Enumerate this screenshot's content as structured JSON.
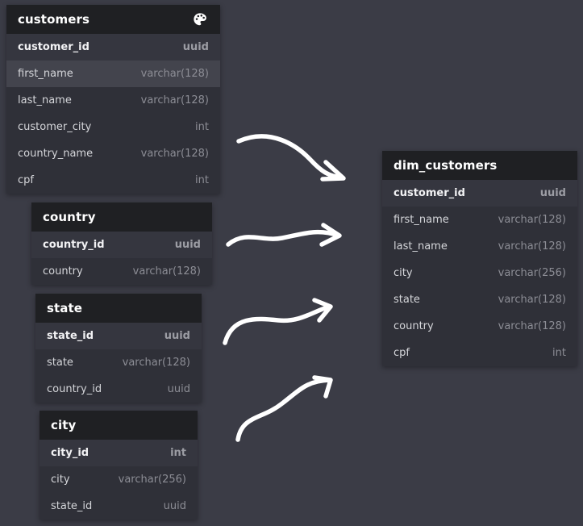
{
  "colors": {
    "background": "#3b3c46",
    "table_header": "#1f2023",
    "table_body": "#2f3038",
    "arrow": "#ffffff"
  },
  "tables": {
    "customers": {
      "name": "customers",
      "icon": "palette-icon",
      "columns": [
        {
          "name": "customer_id",
          "type": "uuid"
        },
        {
          "name": "first_name",
          "type": "varchar(128)"
        },
        {
          "name": "last_name",
          "type": "varchar(128)"
        },
        {
          "name": "customer_city",
          "type": "int"
        },
        {
          "name": "country_name",
          "type": "varchar(128)"
        },
        {
          "name": "cpf",
          "type": "int"
        }
      ]
    },
    "country": {
      "name": "country",
      "columns": [
        {
          "name": "country_id",
          "type": "uuid"
        },
        {
          "name": "country",
          "type": "varchar(128)"
        }
      ]
    },
    "state": {
      "name": "state",
      "columns": [
        {
          "name": "state_id",
          "type": "uuid"
        },
        {
          "name": "state",
          "type": "varchar(128)"
        },
        {
          "name": "country_id",
          "type": "uuid"
        }
      ]
    },
    "city": {
      "name": "city",
      "columns": [
        {
          "name": "city_id",
          "type": "int"
        },
        {
          "name": "city",
          "type": "varchar(256)"
        },
        {
          "name": "state_id",
          "type": "uuid"
        }
      ]
    },
    "dim_customers": {
      "name": "dim_customers",
      "columns": [
        {
          "name": "customer_id",
          "type": "uuid"
        },
        {
          "name": "first_name",
          "type": "varchar(128)"
        },
        {
          "name": "last_name",
          "type": "varchar(128)"
        },
        {
          "name": "city",
          "type": "varchar(256)"
        },
        {
          "name": "state",
          "type": "varchar(128)"
        },
        {
          "name": "country",
          "type": "varchar(128)"
        },
        {
          "name": "cpf",
          "type": "int"
        }
      ]
    }
  }
}
